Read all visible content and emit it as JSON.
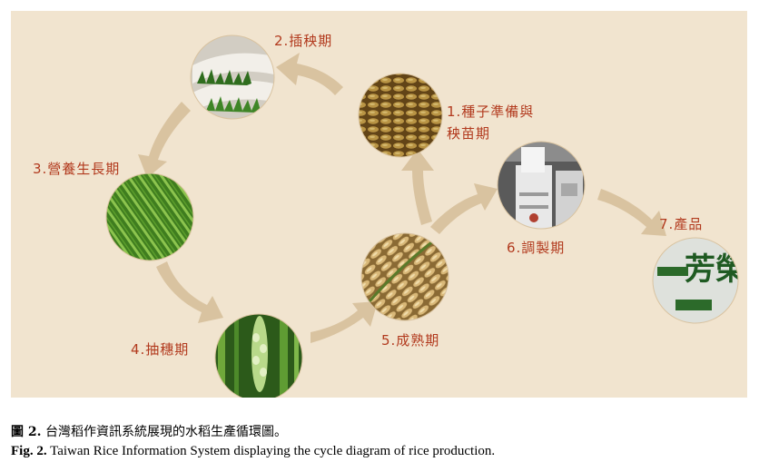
{
  "stages": [
    {
      "id": 1,
      "label_line1": "1.種子準備與",
      "label_line2": "秧苗期",
      "icon": "rice-seed-icon"
    },
    {
      "id": 2,
      "label": "2.插秧期",
      "icon": "rice-seedling-tray-icon"
    },
    {
      "id": 3,
      "label": "3.營養生長期",
      "icon": "rice-field-icon"
    },
    {
      "id": 4,
      "label": "4.抽穗期",
      "icon": "rice-heading-icon"
    },
    {
      "id": 5,
      "label": "5.成熟期",
      "icon": "ripe-rice-grain-icon"
    },
    {
      "id": 6,
      "label": "6.調製期",
      "icon": "rice-mill-machine-icon"
    },
    {
      "id": 7,
      "label": "7.產品",
      "icon": "rice-package-icon"
    }
  ],
  "product_package_text": "芳榮",
  "colors": {
    "background": "#f1e4cf",
    "arrow": "#d9c3a0",
    "label": "#b23a1e"
  },
  "caption": {
    "zh_prefix": "圖 2.",
    "zh_text": "台灣稻作資訊系統展現的水稻生產循環圖。",
    "en_prefix": "Fig. 2.",
    "en_text": "Taiwan Rice Information System displaying the cycle diagram of rice production."
  }
}
